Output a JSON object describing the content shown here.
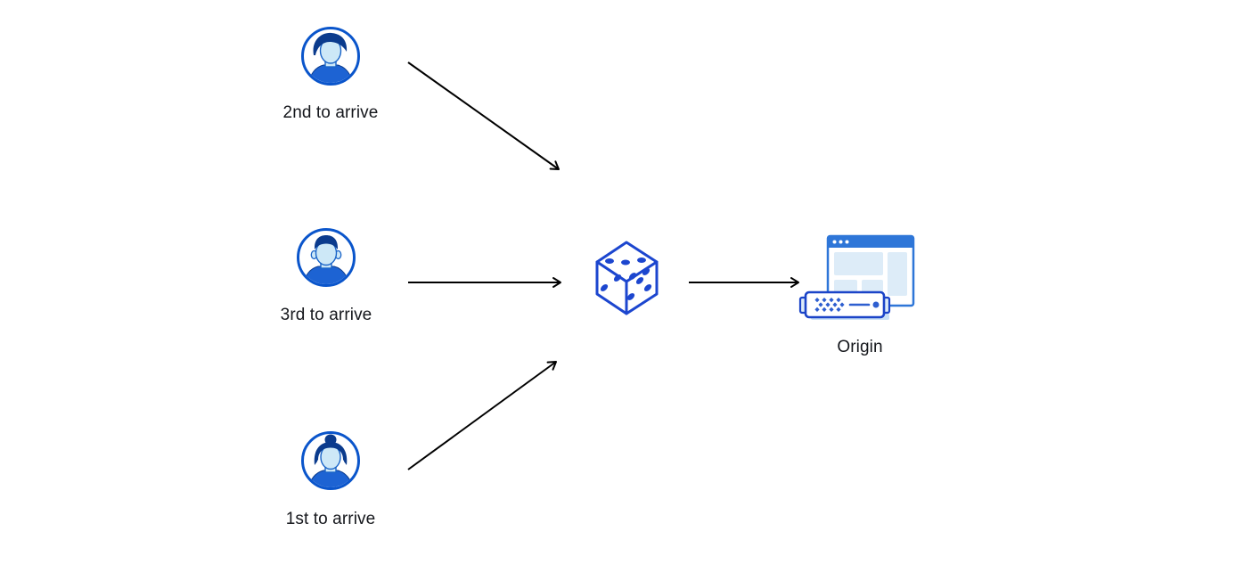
{
  "diagram": {
    "title": "random-routing-to-origin-diagram",
    "clients": [
      {
        "label": "2nd to arrive",
        "icon": "user-avatar-man-swept-hair-icon"
      },
      {
        "label": "3rd to arrive",
        "icon": "user-avatar-man-flat-hair-icon"
      },
      {
        "label": "1st to arrive",
        "icon": "user-avatar-woman-bun-icon"
      }
    ],
    "randomizer": {
      "icon": "dice-icon",
      "pips_visible": {
        "top_face": 3,
        "left_face": 2,
        "right_face": 5
      }
    },
    "origin": {
      "label": "Origin",
      "icon": "origin-browser-server-icon"
    },
    "connections": [
      {
        "from": "2nd to arrive",
        "to": "dice"
      },
      {
        "from": "3rd to arrive",
        "to": "dice"
      },
      {
        "from": "1st to arrive",
        "to": "dice"
      },
      {
        "from": "dice",
        "to": "Origin"
      }
    ],
    "colors": {
      "background": "#ffffff",
      "arrow": "#000000",
      "label_text": "#15171c",
      "avatar_ring": "#0a55cb",
      "avatar_shirt": "#1d63d3",
      "avatar_hair": "#0b3b8d",
      "avatar_skin": "#cde8f7",
      "avatar_skin_outline": "#1a64c8",
      "dice_blue": "#1c46cf",
      "browser_blue": "#2e76d8",
      "panel_light_blue": "#ddecf8",
      "server_border": "#1b44c8",
      "server_detail": "#2e5fd0",
      "server_base": "#c9e0f5"
    }
  }
}
